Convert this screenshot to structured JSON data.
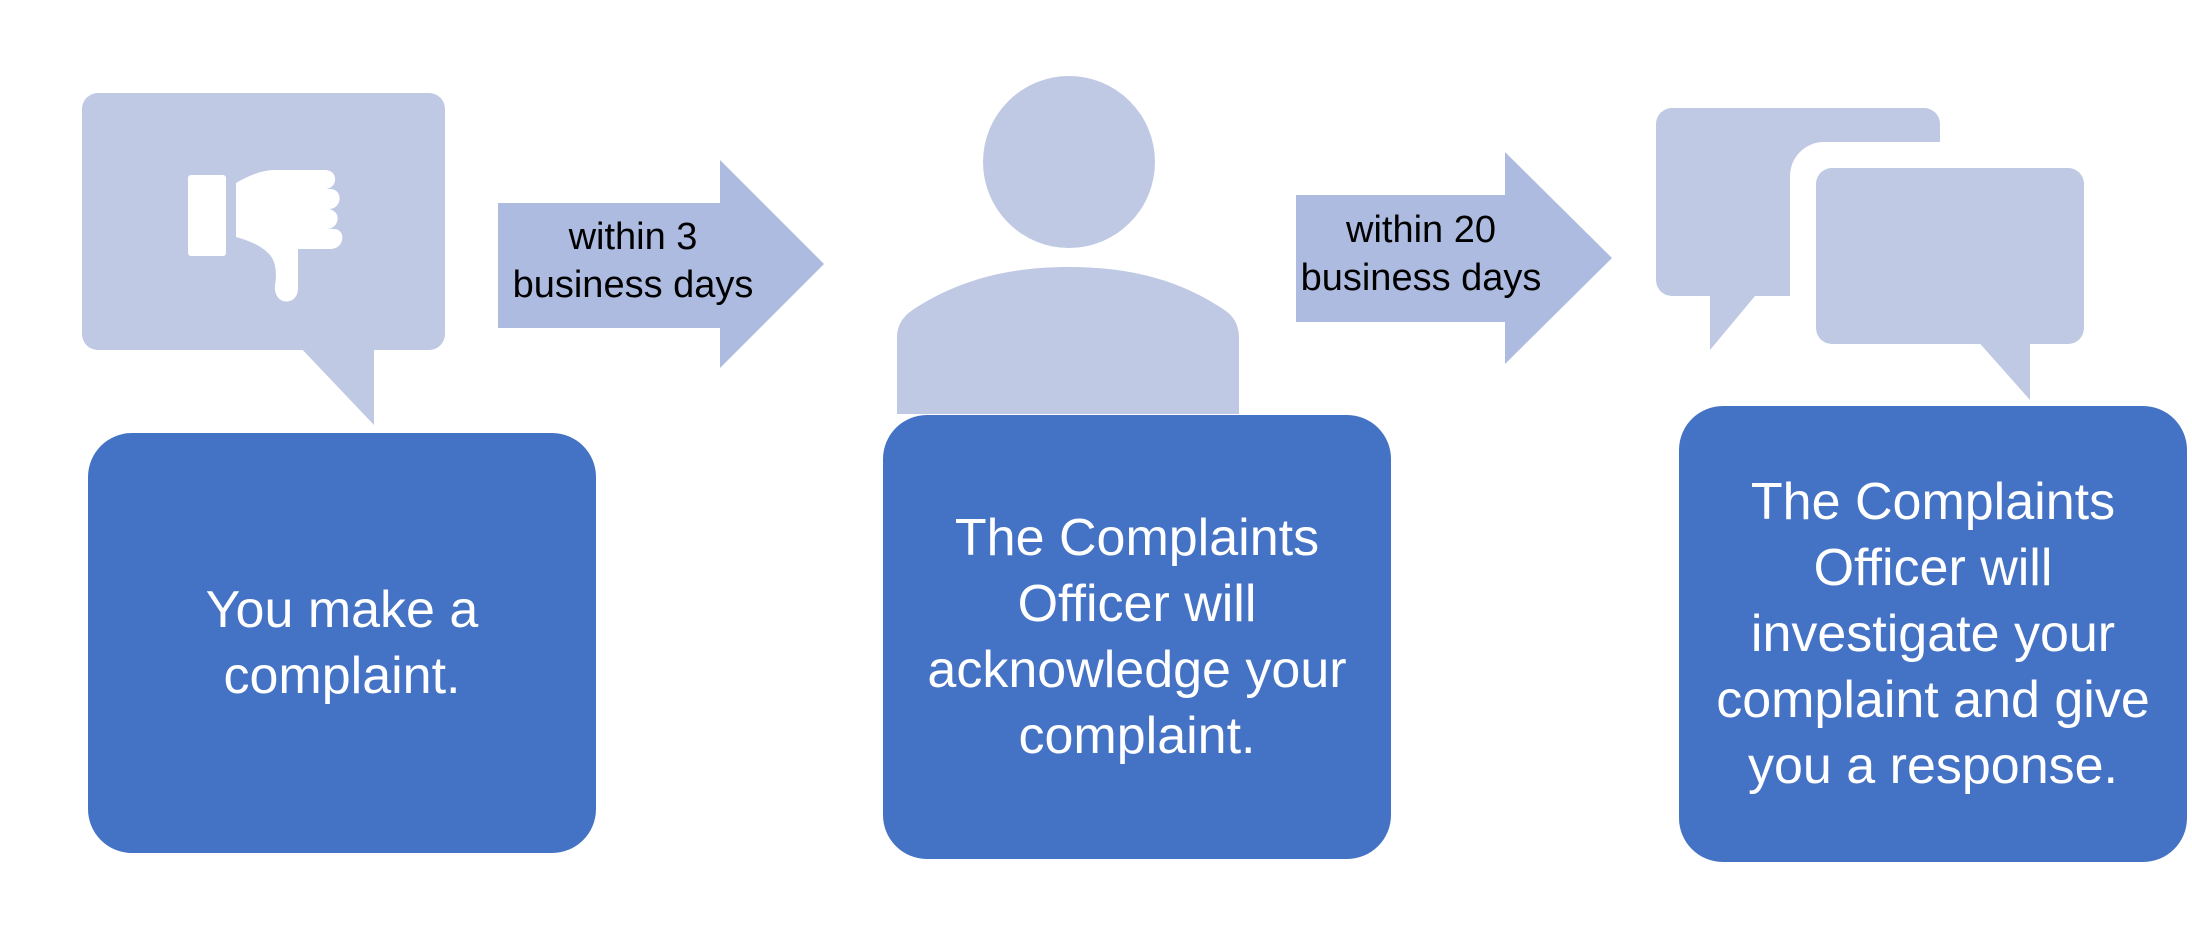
{
  "colors": {
    "box_fill": "#4472c4",
    "box_text": "#ffffff",
    "icon_fill": "#bfc9e4",
    "arrow_fill": "#aebbe0",
    "arrow_text": "#000000",
    "background": "#ffffff"
  },
  "steps": [
    {
      "icon": "thumbs-down-speech-bubble-icon",
      "text": "You make a complaint."
    },
    {
      "icon": "person-icon",
      "text": "The Complaints Officer will acknowledge your complaint."
    },
    {
      "icon": "conversation-bubbles-icon",
      "text": "The Complaints Officer will investigate your complaint and give you a response."
    }
  ],
  "arrows": [
    {
      "label": "within 3\nbusiness days"
    },
    {
      "label": "within 20\nbusiness days"
    }
  ]
}
